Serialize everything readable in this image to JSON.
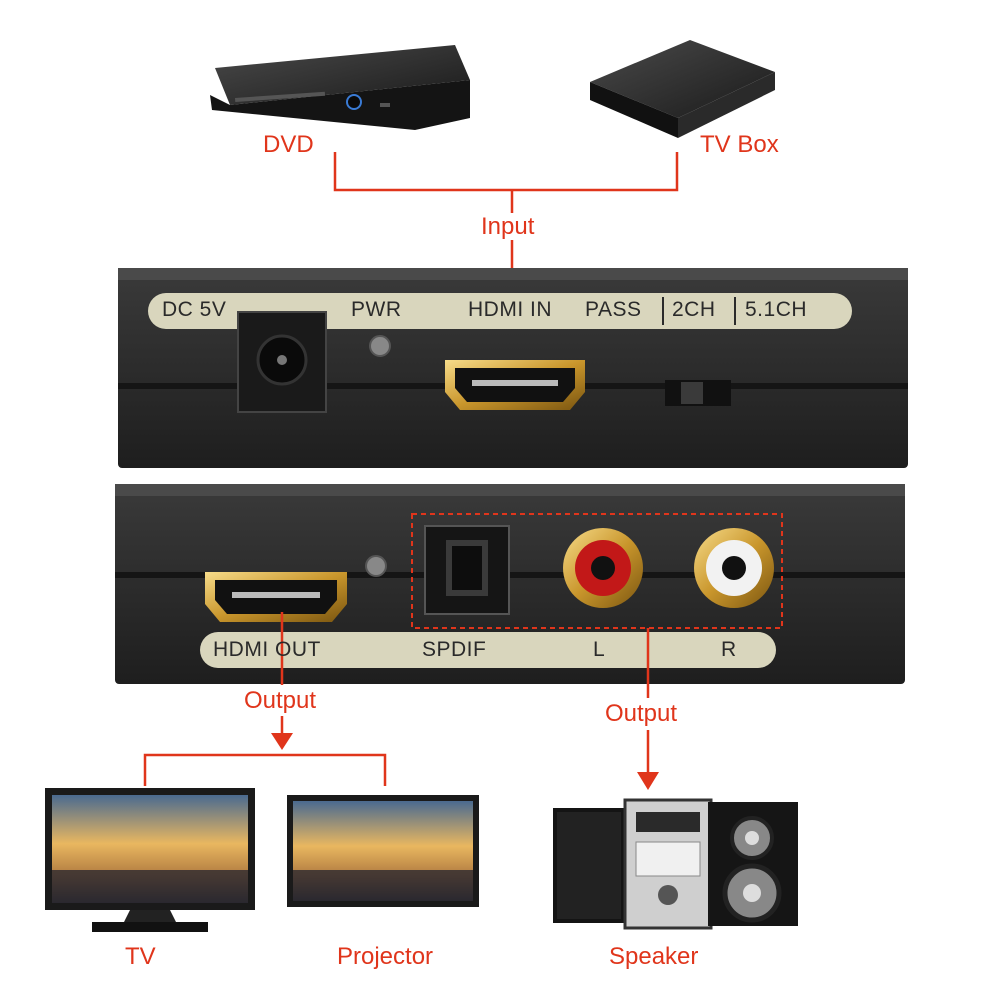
{
  "devices": {
    "dvd": "DVD",
    "tvbox": "TV Box",
    "tv": "TV",
    "projector": "Projector",
    "speaker": "Speaker"
  },
  "flow": {
    "input": "Input",
    "output_hdmi": "Output",
    "output_audio": "Output"
  },
  "top_panel": {
    "dc": "DC 5V",
    "pwr": "PWR",
    "hdmi_in": "HDMI IN",
    "pass": "PASS",
    "ch2": "2CH",
    "ch51": "5.1CH"
  },
  "bottom_panel": {
    "hdmi_out": "HDMI OUT",
    "spdif": "SPDIF",
    "left": "L",
    "right": "R"
  },
  "colors": {
    "accent": "#e0351b",
    "panel": "#2b2b2b",
    "strip": "#d9d6bd"
  }
}
